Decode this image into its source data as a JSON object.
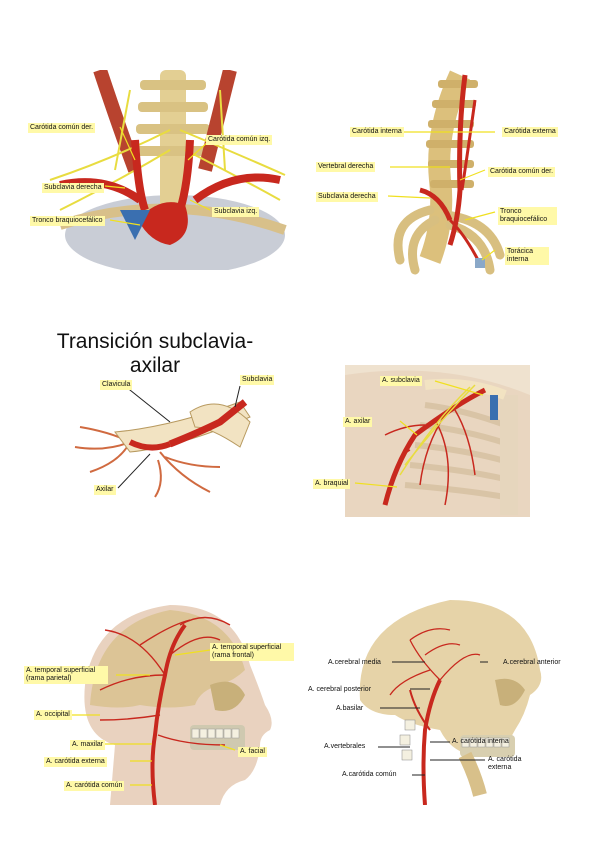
{
  "section_title": "Transición subclavia-axilar",
  "panel1": {
    "labels": {
      "carotida_comun_der": "Carótida común der.",
      "carotida_comun_izq": "Carótida común izq.",
      "subclavia_derecha": "Subclavia derecha",
      "tronco_braquiocefalico": "Tronco braquiocefálico",
      "subclavia_izq": "Subclavia izq."
    }
  },
  "panel2": {
    "labels": {
      "carotida_interna": "Carótida interna",
      "carotida_externa": "Carótida externa",
      "vertebral_derecha": "Vertebral derecha",
      "carotida_comun_der": "Carótida común der.",
      "subclavia_derecha": "Subclavia derecha",
      "tronco_braquiocefalico": "Tronco braquiocefálico",
      "toracica_interna": "Torácica interna"
    }
  },
  "panel3": {
    "labels": {
      "clavicula": "Clavicula",
      "subclavia": "Subclavia",
      "axilar": "Axilar"
    }
  },
  "panel4": {
    "labels": {
      "a_subclavia": "A. subclavia",
      "a_axilar": "A. axilar",
      "a_braquial": "A. braquial"
    }
  },
  "panel5": {
    "labels": {
      "temporal_frontal": "A. temporal superficial (rama frontal)",
      "temporal_parietal": "A. temporal superficial (rama parietal)",
      "occipital": "A. occipital",
      "maxilar": "A. maxilar",
      "facial": "A. facial",
      "carotida_externa": "A. carótida externa",
      "carotida_comun": "A. carótida común"
    }
  },
  "panel6": {
    "labels": {
      "cerebral_media": "A.cerebral media",
      "cerebral_anterior": "A.cerebral anterior",
      "cerebral_posterior": "A. cerebral posterior",
      "basilar": "A.basilar",
      "vertebrales": "A.vertebrales",
      "carotida_interna": "A. carótida interna",
      "carotida_externa": "A. carótida externa",
      "carotida_comun": "A.carótida común"
    }
  },
  "colors": {
    "label_bg": "#fff9a8",
    "leader_line": "#f0e020",
    "artery": "#c8281e",
    "vein": "#3a6fb0",
    "bone": "#e8d49a",
    "nerve": "#e8dc40"
  }
}
